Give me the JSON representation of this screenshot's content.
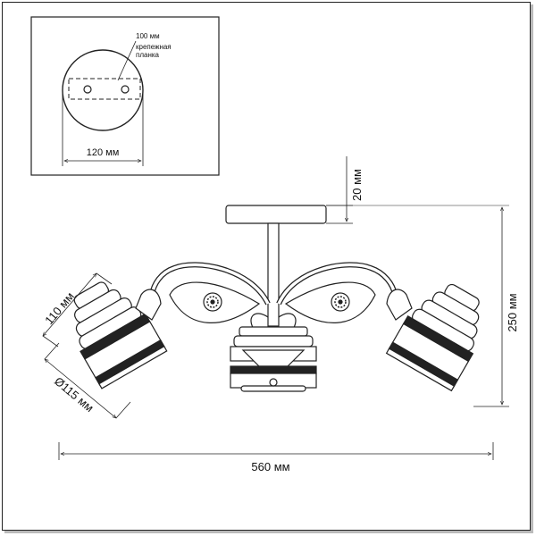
{
  "inset": {
    "label_100": "100 мм",
    "label_mount_line1": "крепежная",
    "label_mount_line2": "планка",
    "label_120": "120 мм"
  },
  "dimensions": {
    "height_base": "20 мм",
    "height_total": "250 мм",
    "shade_height": "110 мм",
    "shade_diameter": "Ø115 мм",
    "width_total": "560 мм"
  }
}
